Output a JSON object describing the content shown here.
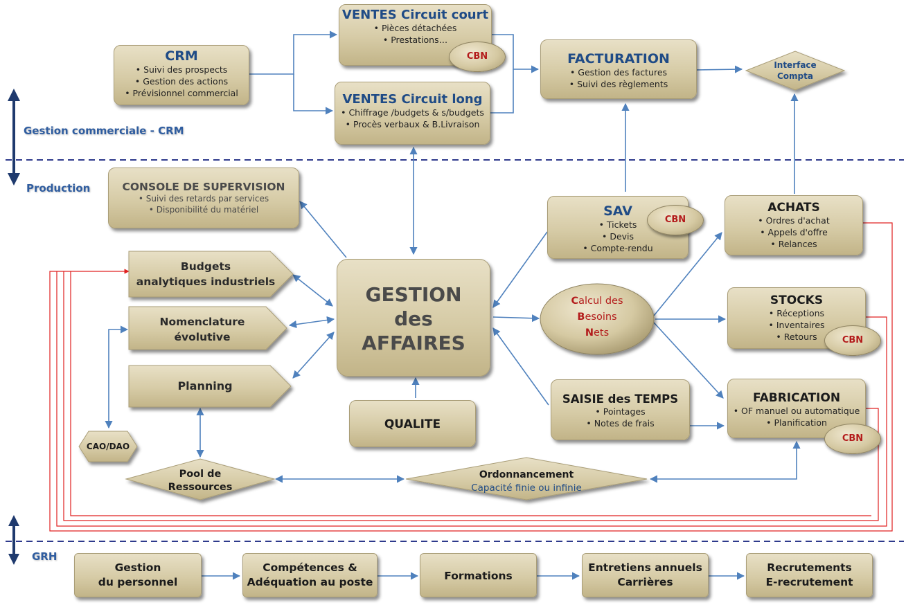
{
  "sections": {
    "commercial": "Gestion commerciale - CRM",
    "production": "Production",
    "grh": "GRH"
  },
  "crm": {
    "title": "CRM",
    "items": [
      "Suivi des prospects",
      "Gestion des actions",
      "Prévisionnel commercial"
    ]
  },
  "ventes_court": {
    "title": "VENTES Circuit court",
    "items": [
      "Pièces détachées",
      "Prestations…"
    ]
  },
  "ventes_long": {
    "title": "VENTES Circuit long",
    "items": [
      "Chiffrage /budgets & s/budgets",
      "Procès verbaux & B.Livraison"
    ]
  },
  "facturation": {
    "title": "FACTURATION",
    "items": [
      "Gestion des factures",
      "Suivi des règlements"
    ]
  },
  "interface_compta": {
    "line1": "Interface",
    "line2": "Compta"
  },
  "console": {
    "title": "CONSOLE DE SUPERVISION",
    "items": [
      "Suivi des retards par services",
      "Disponibilité du matériel"
    ]
  },
  "budgets": {
    "line1": "Budgets",
    "line2": "analytiques industriels"
  },
  "nomenclature": {
    "line1": "Nomenclature",
    "line2": "évolutive"
  },
  "planning": {
    "label": "Planning"
  },
  "cao": {
    "label": "CAO/DAO"
  },
  "gestion_affaires": {
    "line1": "GESTION",
    "line2": "des",
    "line3": "AFFAIRES"
  },
  "qualite": {
    "label": "QUALITE"
  },
  "sav": {
    "title": "SAV",
    "items": [
      "Tickets",
      "Devis",
      "Compte-rendu"
    ]
  },
  "cbn_node": {
    "line1_first": "C",
    "line1_rest": "alcul des",
    "line2_first": "B",
    "line2_rest": "esoins",
    "line3_first": "N",
    "line3_rest": "ets"
  },
  "saisie_temps": {
    "title": "SAISIE des TEMPS",
    "items": [
      "Pointages",
      "Notes de frais"
    ]
  },
  "achats": {
    "title": "ACHATS",
    "items": [
      "Ordres d'achat",
      "Appels d'offre",
      "Relances"
    ]
  },
  "stocks": {
    "title": "STOCKS",
    "items": [
      "Réceptions",
      "Inventaires",
      "Retours"
    ]
  },
  "fabrication": {
    "title": "FABRICATION",
    "items": [
      "OF manuel ou automatique",
      "Planification"
    ]
  },
  "pool": {
    "line1": "Pool de",
    "line2": "Ressources"
  },
  "ordonnancement": {
    "line1": "Ordonnancement",
    "line2": "Capacité finie ou infinie"
  },
  "cbn_badge": "CBN",
  "grh_boxes": [
    {
      "line1": "Gestion",
      "line2": "du personnel"
    },
    {
      "line1": "Compétences &",
      "line2": "Adéquation au poste"
    },
    {
      "line1": "Formations",
      "line2": ""
    },
    {
      "line1": "Entretiens annuels",
      "line2": "Carrières"
    },
    {
      "line1": "Recrutements",
      "line2": "E-recrutement"
    }
  ],
  "colors": {
    "arrow": "#4f81bd",
    "feedback": "#e02020",
    "separator": "#2e3a8c",
    "title_blue": "#1f4b86",
    "badge_red": "#b31b1b"
  }
}
